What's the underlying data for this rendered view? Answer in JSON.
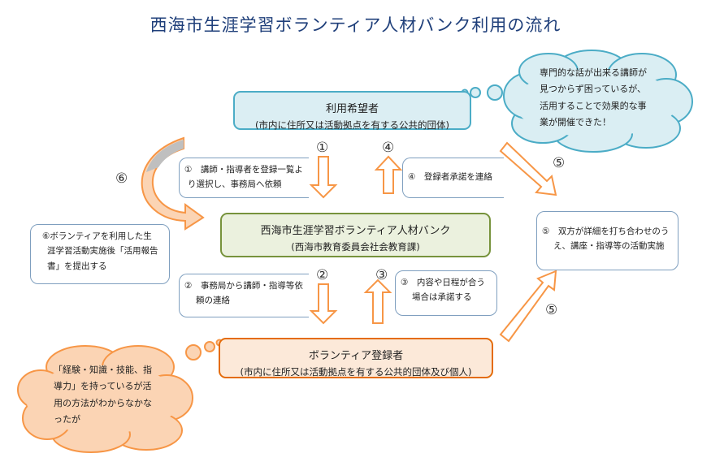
{
  "title": "西海市生涯学習ボランティア人材バンク利用の流れ",
  "nodes": {
    "requester": {
      "name": "利用希望者",
      "sub": "(市内に住所又は活動拠点を有する公共的団体)"
    },
    "bank": {
      "name": "西海市生涯学習ボランティア人材バンク",
      "sub": "(西海市教育委員会社会教育課)"
    },
    "registrant": {
      "name": "ボランティア登録者",
      "sub": "(市内に住所又は活動拠点を有する公共的団体及び個人)"
    }
  },
  "steps": {
    "s1": {
      "num": "①",
      "line1": "①　講師・指導者を登録一覧よ",
      "line2": "り選択し、事務局へ依頼"
    },
    "s2": {
      "num": "②",
      "line1": "②　事務局から講師・指導等依",
      "line2": "頼の連絡"
    },
    "s3": {
      "num": "③",
      "line1": "③　内容や日程が合う",
      "line2": "場合は承諾する"
    },
    "s4": {
      "num": "④",
      "line1": "④　登録者承諾を連絡"
    },
    "s5": {
      "num_top": "⑤",
      "num_bottom": "⑤",
      "line1": "⑤　双方が詳細を打ち合わせのう",
      "line2": "え、講座・指導等の活動実施"
    },
    "s6": {
      "num": "⑥",
      "line1": "⑥ボランティアを利用した生",
      "line2": "涯学習活動実施後「活用報告",
      "line3": "書」を提出する"
    }
  },
  "clouds": {
    "requester": [
      "専門的な話が出来る講師が",
      "見つからず困っているが、",
      "活用することで効果的な事",
      "業が開催できた！"
    ],
    "registrant": [
      "「経験・知識・技能、指",
      "導力」を持っているが活",
      "用の方法がわからなかな",
      "ったが"
    ]
  },
  "colors": {
    "title": "#1f3f7a",
    "requester_fill": "#dbeef3",
    "requester_border": "#4bacc6",
    "bank_fill": "#ebf1de",
    "bank_border": "#77933c",
    "registrant_fill": "#fce9d9",
    "registrant_border": "#e46c0a",
    "cloud_blue_fill": "#daeef3",
    "cloud_orange_fill": "#fbd4b4",
    "arrow_orange": "#f79646"
  }
}
